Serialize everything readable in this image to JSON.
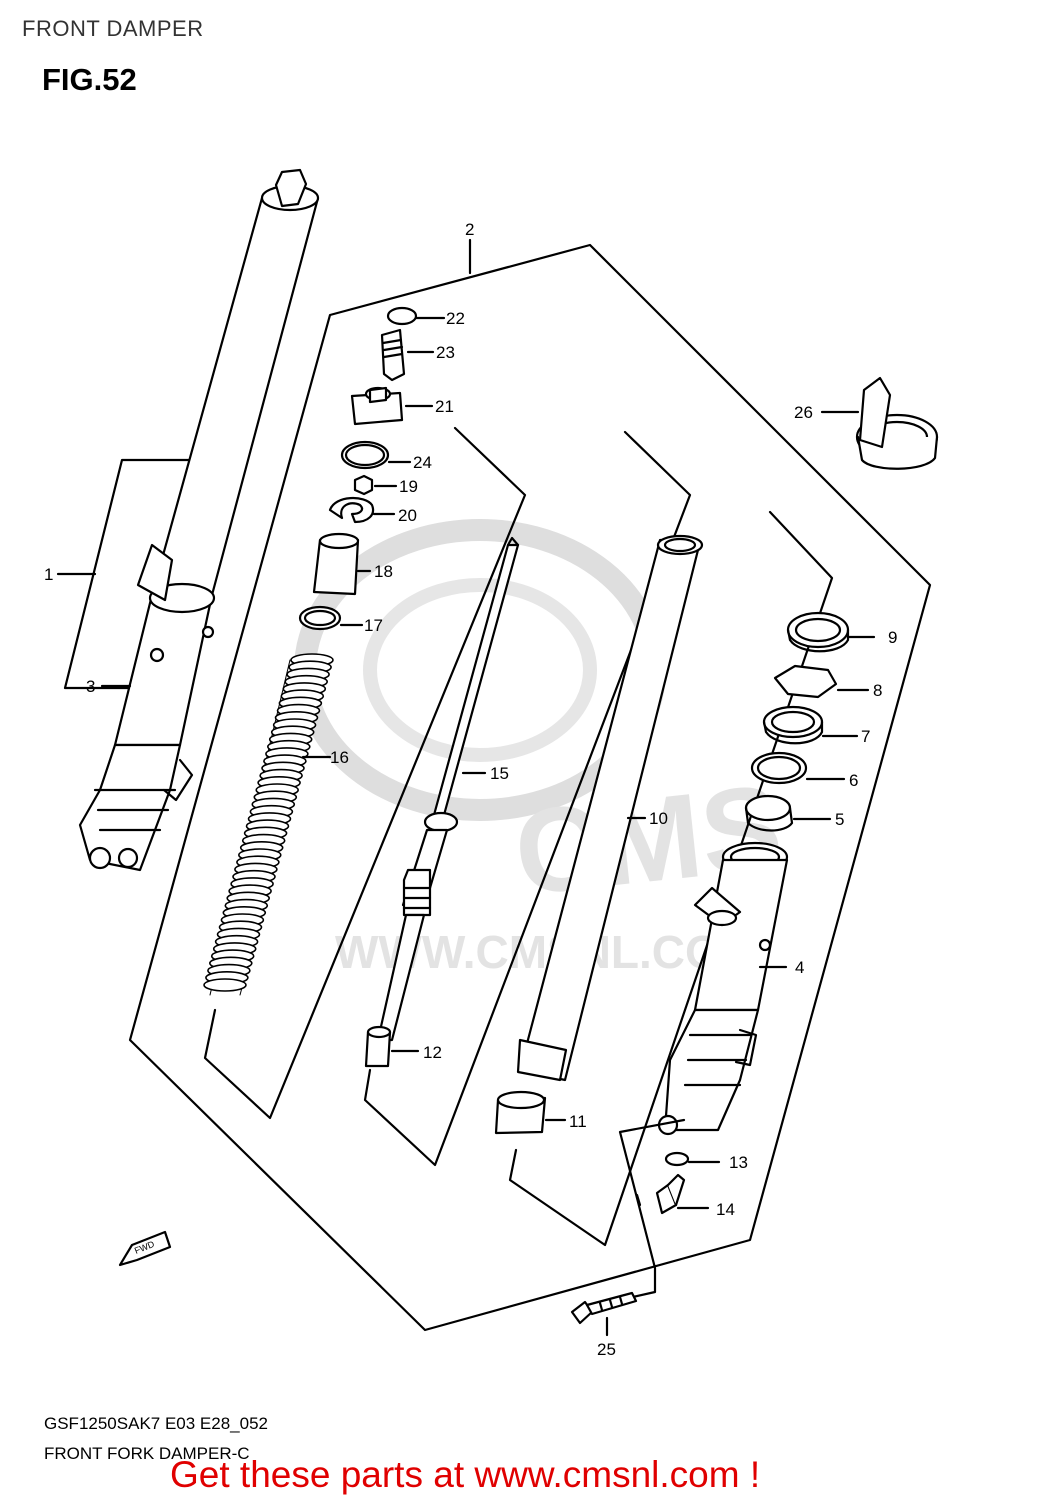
{
  "header": {
    "section": "FRONT DAMPER",
    "figure": "FIG.52"
  },
  "watermark": {
    "brand": "CMS",
    "url": "WWW.CMSNL.COM",
    "color": "#d4d4d4"
  },
  "fwd_badge": "FWD",
  "callouts": [
    "1",
    "2",
    "3",
    "4",
    "5",
    "6",
    "7",
    "8",
    "9",
    "10",
    "11",
    "12",
    "13",
    "14",
    "15",
    "16",
    "17",
    "18",
    "19",
    "20",
    "21",
    "22",
    "23",
    "24",
    "25",
    "26"
  ],
  "footer": {
    "code": "GSF1250SAK7 E03 E28_052",
    "name": "FRONT FORK DAMPER-C",
    "promo": "Get these parts at www.cmsnl.com !",
    "promo_color": "#e00000"
  }
}
